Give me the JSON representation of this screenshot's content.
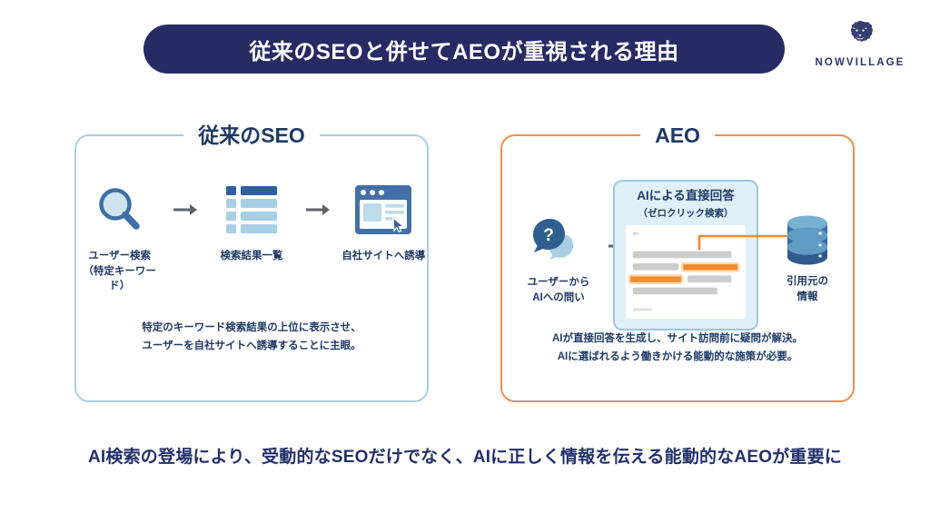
{
  "header": {
    "title": "従来のSEOと併せてAEOが重視される理由",
    "logo_text": "NOWVILLAGE",
    "logo_icon": "lion-head-icon"
  },
  "colors": {
    "navy": "#262b63",
    "heading_blue": "#1f3a66",
    "panel_blue_border": "#a9cee2",
    "panel_orange_border": "#ef8f4f",
    "accent_orange": "#f28a2e",
    "icon_blue_dark": "#3a6ba5",
    "icon_blue_light": "#a8cfe4"
  },
  "seo_panel": {
    "heading": "従来のSEO",
    "nodes": [
      {
        "icon": "magnifier-icon",
        "caption": "ユーザー検索\n（特定キーワード）"
      },
      {
        "icon": "search-results-list-icon",
        "caption": "検索結果一覧"
      },
      {
        "icon": "browser-window-icon",
        "caption": "自社サイトへ誘導"
      }
    ],
    "note": "特定のキーワード検索結果の上位に表示させ、\nユーザーを自社サイトへ誘導することに主眼。"
  },
  "aeo_panel": {
    "heading": "AEO",
    "question": {
      "icon": "question-chat-bubble-icon",
      "caption": "ユーザーから\nAIへの問い"
    },
    "card": {
      "title": "AIによる直接回答",
      "subtitle": "（ゼロクリック検索）",
      "screen_icon": "ai-answer-screen-icon"
    },
    "source": {
      "icon": "database-icon",
      "caption": "引用元の\n情報"
    },
    "note": "AIが直接回答を生成し、サイト訪問前に疑問が解決。\nAIに選ばれるよう働きかける能動的な施策が必要。"
  },
  "footer": {
    "text": "AI検索の登場により、受動的なSEOだけでなく、AIに正しく情報を伝える能動的なAEOが重要に"
  }
}
